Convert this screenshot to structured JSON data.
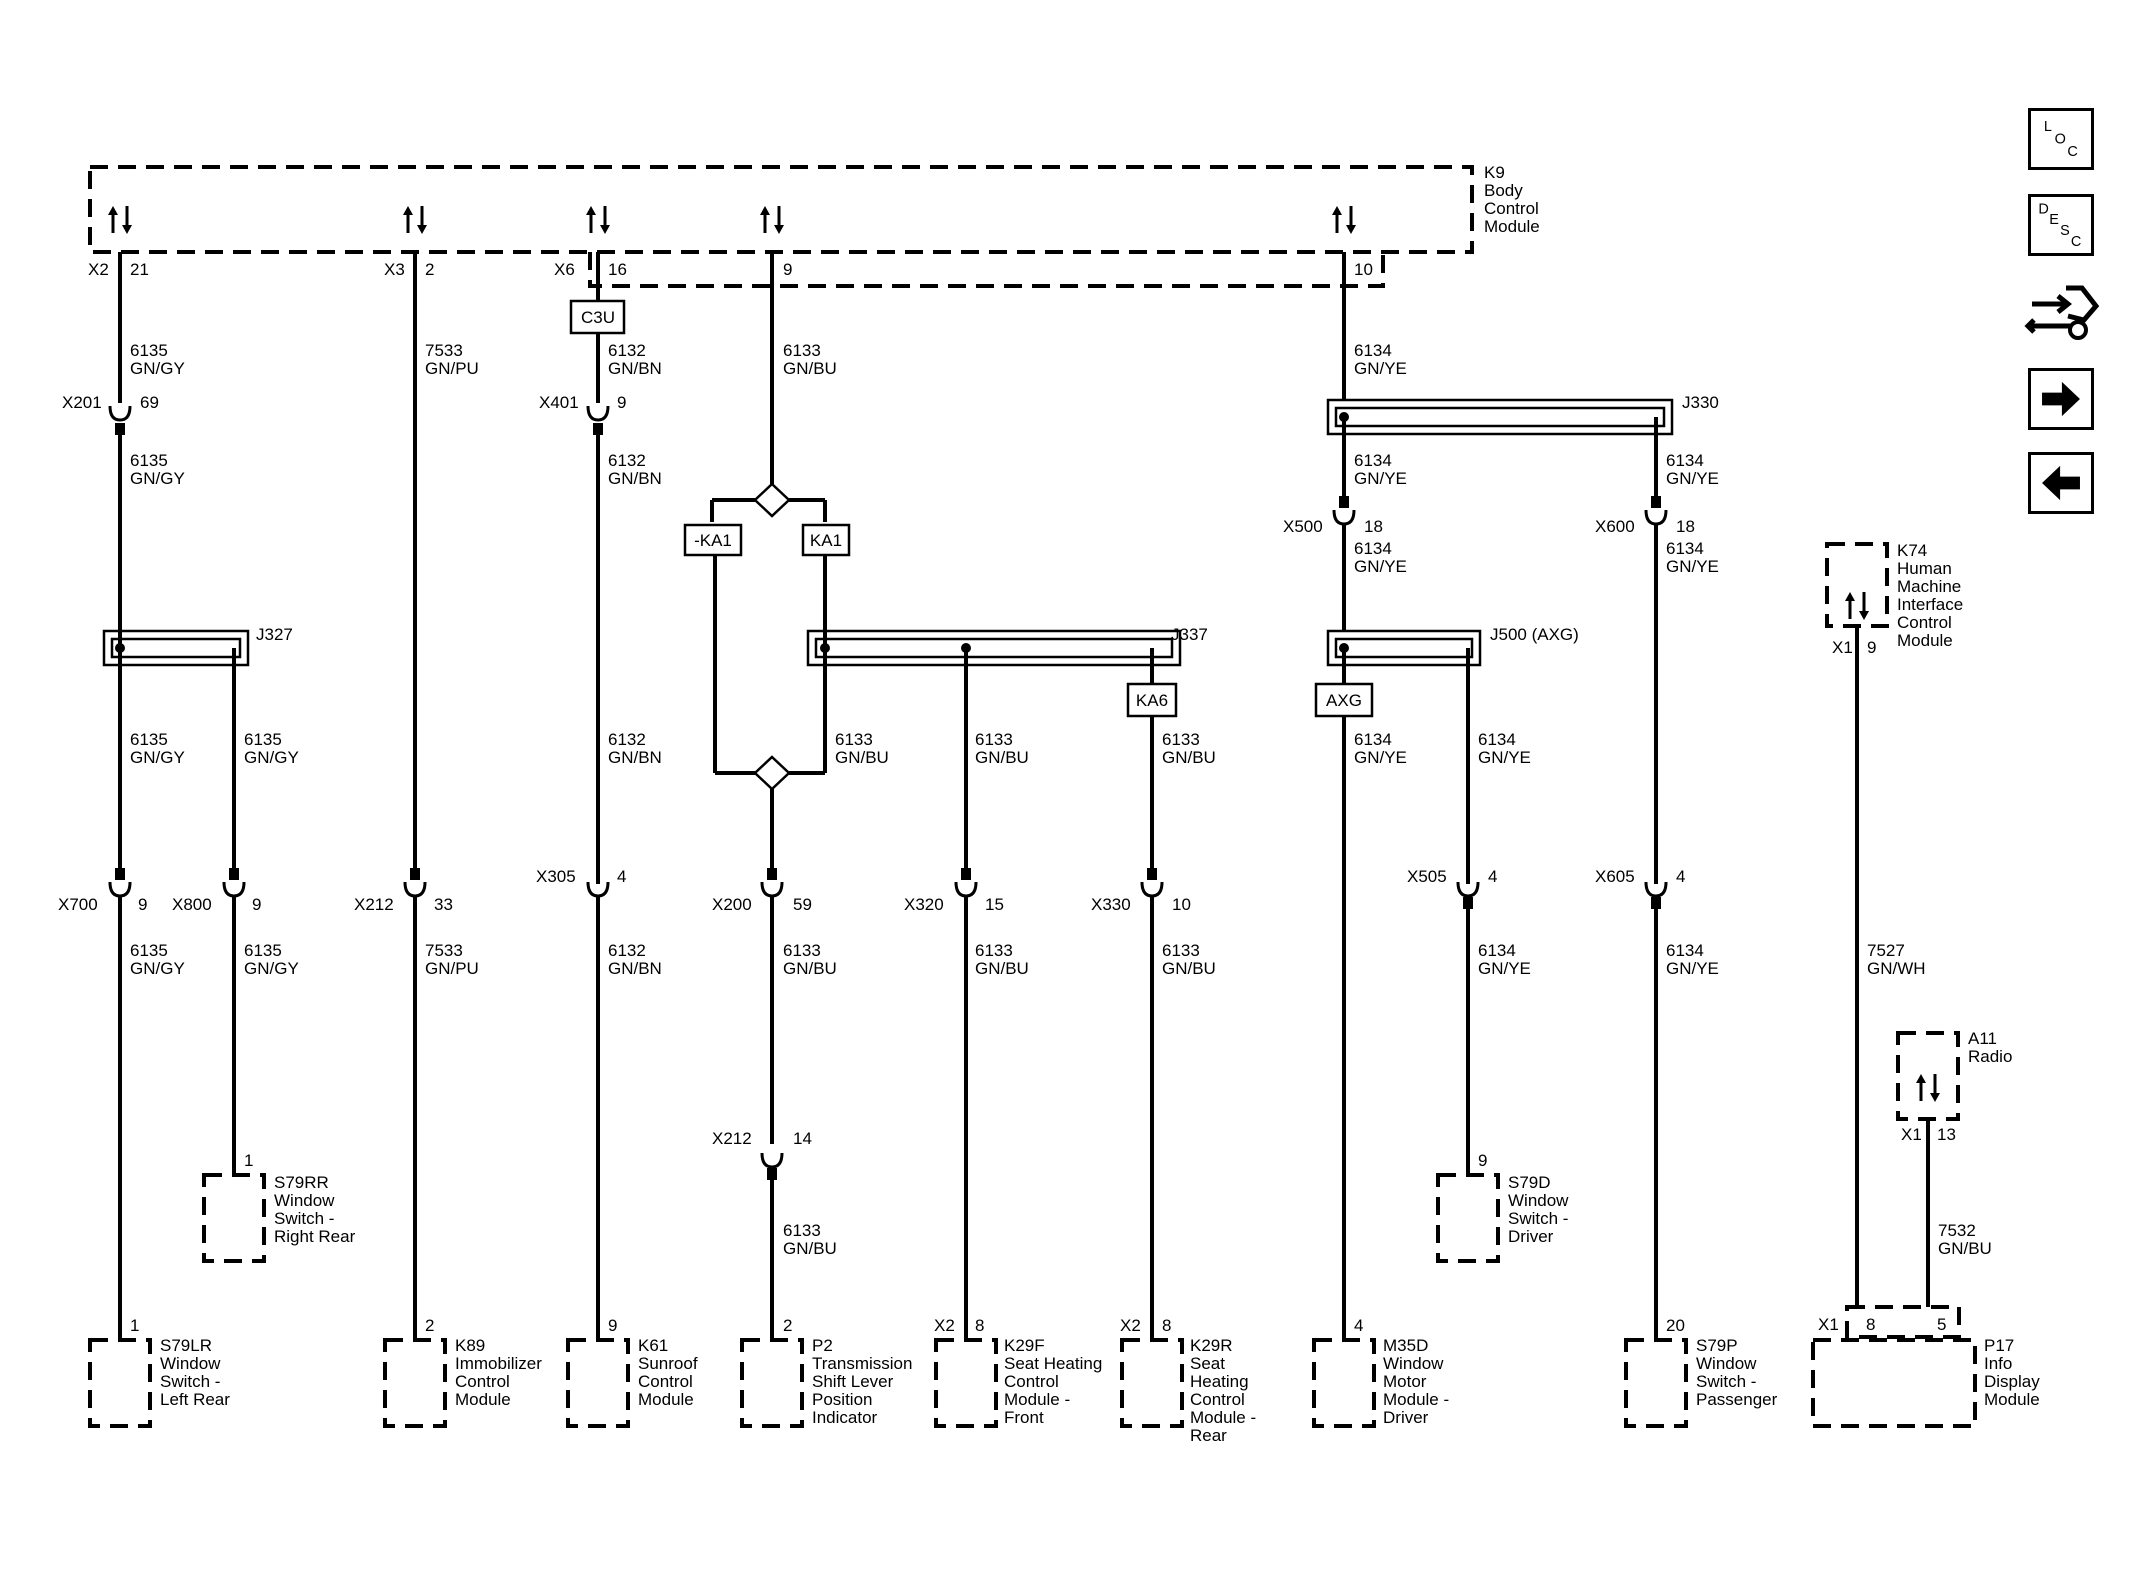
{
  "nav": {
    "loc_letters": [
      "L",
      "O",
      "C"
    ],
    "desc_letters": [
      "D",
      "E",
      "S",
      "C"
    ],
    "icons": [
      "loc-button",
      "desc-button",
      "connector-tools-icon",
      "next-arrow-icon",
      "previous-arrow-icon"
    ]
  },
  "modules": {
    "k9": [
      "K9",
      "Body",
      "Control",
      "Module"
    ],
    "k74": [
      "K74",
      "Human",
      "Machine",
      "Interface",
      "Control",
      "Module"
    ],
    "a11": [
      "A11",
      "Radio"
    ],
    "s79rr": [
      "S79RR",
      "Window",
      "Switch -",
      "Right Rear"
    ],
    "s79d": [
      "S79D",
      "Window",
      "Switch -",
      "Driver"
    ],
    "s79lr": [
      "S79LR",
      "Window",
      "Switch -",
      "Left Rear"
    ],
    "k89": [
      "K89",
      "Immobilizer",
      "Control",
      "Module"
    ],
    "k61": [
      "K61",
      "Sunroof",
      "Control",
      "Module"
    ],
    "p2": [
      "P2",
      "Transmission",
      "Shift Lever",
      "Position",
      "Indicator"
    ],
    "k29f": [
      "K29F",
      "Seat Heating",
      "Control",
      "Module -",
      "Front"
    ],
    "k29r": [
      "K29R",
      "Seat",
      "Heating",
      "Control",
      "Module -",
      "Rear"
    ],
    "m35d": [
      "M35D",
      "Window",
      "Motor",
      "Module -",
      "Driver"
    ],
    "s79p": [
      "S79P",
      "Window",
      "Switch -",
      "Passenger"
    ],
    "p17": [
      "P17",
      "Info",
      "Display",
      "Module"
    ]
  },
  "k9_pins": {
    "c1_conn": "X2",
    "c1_pin": "21",
    "c2_conn": "X3",
    "c2_pin": "2",
    "c3_conn": "X6",
    "c3_pin": "16",
    "c4_pin": "9",
    "c5_pin": "10"
  },
  "options": {
    "c3u": "C3U",
    "minus_ka1": "-KA1",
    "ka1": "KA1",
    "ka6": "KA6",
    "axg": "AXG"
  },
  "splices": {
    "j327": "J327",
    "j337": "J337",
    "j330": "J330",
    "j500": "J500  (AXG)"
  },
  "wires": {
    "w6135": [
      "6135",
      "GN/GY"
    ],
    "w7533": [
      "7533",
      "GN/PU"
    ],
    "w6132": [
      "6132",
      "GN/BN"
    ],
    "w6133": [
      "6133",
      "GN/BU"
    ],
    "w6134": [
      "6134",
      "GN/YE"
    ],
    "w7527": [
      "7527",
      "GN/WH"
    ],
    "w7532": [
      "7532",
      "GN/BU"
    ]
  },
  "connectors": [
    {
      "id": "X201",
      "pin": "69"
    },
    {
      "id": "X401",
      "pin": "9"
    },
    {
      "id": "X500",
      "pin": "18"
    },
    {
      "id": "X600",
      "pin": "18"
    },
    {
      "id": "X700",
      "pin": "9"
    },
    {
      "id": "X800",
      "pin": "9"
    },
    {
      "id": "X212",
      "pin": "33"
    },
    {
      "id": "X305",
      "pin": "4"
    },
    {
      "id": "X200",
      "pin": "59"
    },
    {
      "id": "X320",
      "pin": "15"
    },
    {
      "id": "X330",
      "pin": "10"
    },
    {
      "id": "X505",
      "pin": "4"
    },
    {
      "id": "X605",
      "pin": "4"
    },
    {
      "id": "X212",
      "pin": "14"
    }
  ],
  "component_pins": {
    "k74_conn": "X1",
    "k74_pin": "9",
    "a11_conn": "X1",
    "a11_pin": "13",
    "s79rr_pin": "1",
    "s79d_pin": "9",
    "s79lr_pin": "1",
    "k89_pin": "2",
    "k61_pin": "9",
    "p2_pin": "2",
    "k29f_conn": "X2",
    "k29f_pin": "8",
    "k29r_conn": "X2",
    "k29r_pin": "8",
    "m35d_pin": "4",
    "s79p_pin": "20",
    "p17_conn": "X1",
    "p17_pin_a": "8",
    "p17_pin_b": "5"
  }
}
